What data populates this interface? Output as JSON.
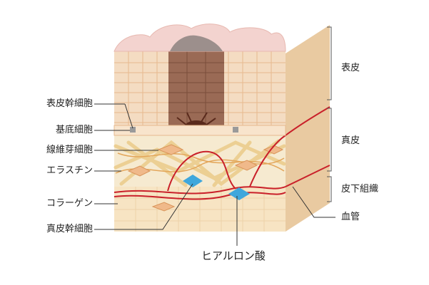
{
  "left_labels": {
    "epidermal_stem_cell": "表皮幹細胞",
    "basal_cell": "基底細胞",
    "fibroblast": "線維芽細胞",
    "elastin": "エラスチン",
    "collagen": "コラーゲン",
    "dermal_stem_cell": "真皮幹細胞"
  },
  "right_labels": {
    "epidermis": "表皮",
    "dermis": "真皮",
    "subcutaneous": "皮下組織",
    "blood_vessel": "血管"
  },
  "bottom_labels": {
    "hyaluronic_acid": "ヒアルロン酸"
  },
  "colors": {
    "surface": "#f3d3cf",
    "epidermis_cell": "#f4dcc2",
    "melanocyte_column": "#9a6a55",
    "dermis": "#f6ead0",
    "fiber": "#eccf93",
    "vessel": "#c9202a",
    "hyaluronic": "#3fa7dc",
    "subcutaneous": "#f7e4c3",
    "side_face": "#e9caa1",
    "leader": "#333333"
  }
}
